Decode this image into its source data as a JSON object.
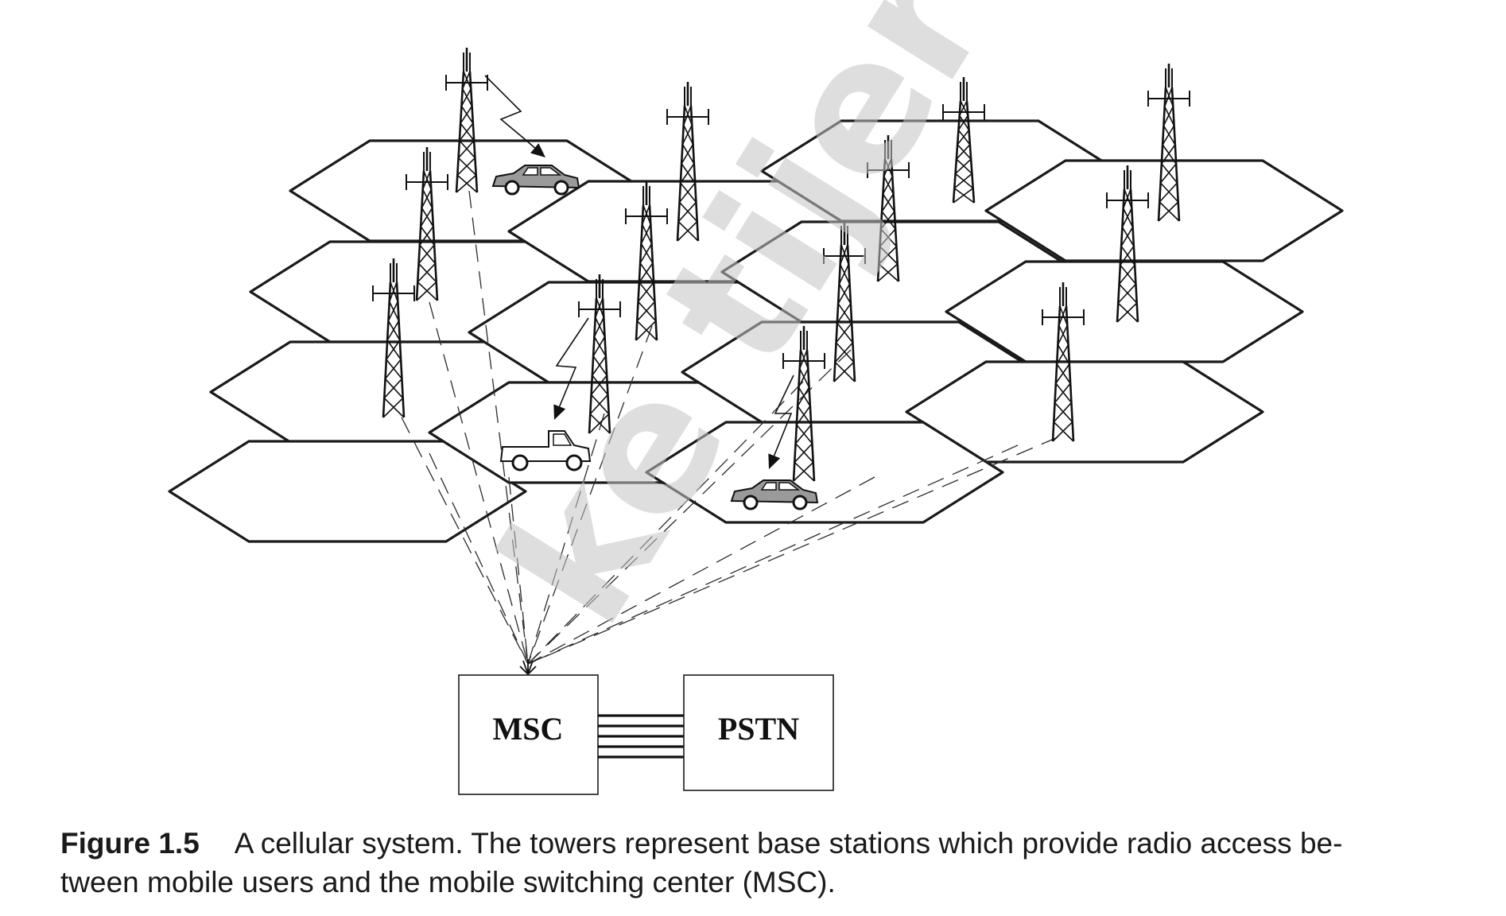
{
  "diagram": {
    "boxes": {
      "msc": "MSC",
      "pstn": "PSTN"
    },
    "watermark": "ke tijer"
  },
  "caption": {
    "label": "Figure 1.5",
    "line1": "A cellular system. The towers represent base stations which provide radio access be-",
    "line2": "tween mobile users and the mobile switching center (MSC)."
  }
}
